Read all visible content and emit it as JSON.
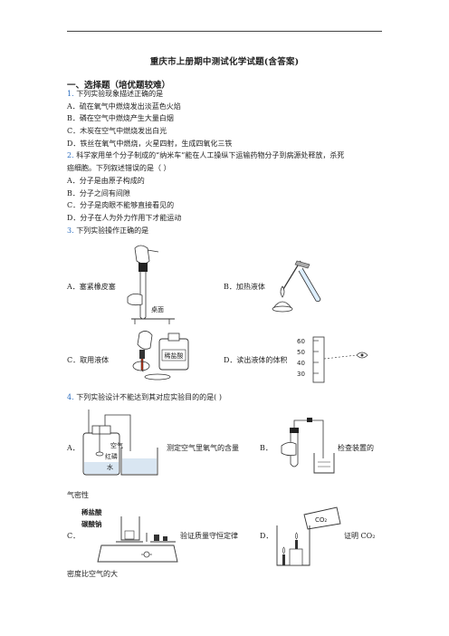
{
  "title": "重庆市上册期中测试化学试题(含答案)",
  "section": "一、选择题（培优题较难）",
  "q1": {
    "num": "1.",
    "stem": "下列实验现象描述正确的是",
    "options": [
      "A．硫在氧气中燃烧发出淡蓝色火焰",
      "B．磷在空气中燃烧产生大量白烟",
      "C．木炭在空气中燃烧发出白光",
      "D．铁丝在氧气中燃烧，火星四射，生成四氧化三铁"
    ]
  },
  "q2": {
    "num": "2.",
    "stem1": "科学家用单个分子制成的“纳米车”能在人工操纵下运输药物分子到病源处释放，杀死",
    "stem2": "癌细胞。下列叙述错误的是（    ）",
    "options": [
      "A．分子是由原子构成的",
      "B．分子之间有间隙",
      "C．分子是肉眼不能够直接看见的",
      "D．分子在人为外力作用下才能运动"
    ]
  },
  "q3": {
    "num": "3.",
    "stem": "下列实验操作正确的是",
    "optA": "A．塞紧橡皮塞",
    "optB": "B．加热液体",
    "optC": "C．取用液体",
    "optD": "D．读出液体的体积",
    "table_label": "桌面",
    "bottle_label": "稀盐酸",
    "cylinder_ticks": [
      "60",
      "50",
      "40",
      "30"
    ]
  },
  "q4": {
    "num": "4.",
    "stem": "下列实验设计不能达到其对应实验目的的是(    )",
    "optA_letter": "A．",
    "optA_text": "测定空气里氧气的含量",
    "optA_labels": [
      "空气",
      "红磷",
      "水"
    ],
    "optB_letter": "B．",
    "optB_text": "检查装置的",
    "optB_cont": "气密性",
    "optC_letter": "C．",
    "optC_text": "验证质量守恒定律",
    "optC_labels": [
      "稀盐酸",
      "碳酸钠"
    ],
    "optD_letter": "D．",
    "optD_text": "证明 CO₂",
    "optD_cont": "密度比空气的大",
    "co2_label": "CO₂"
  }
}
